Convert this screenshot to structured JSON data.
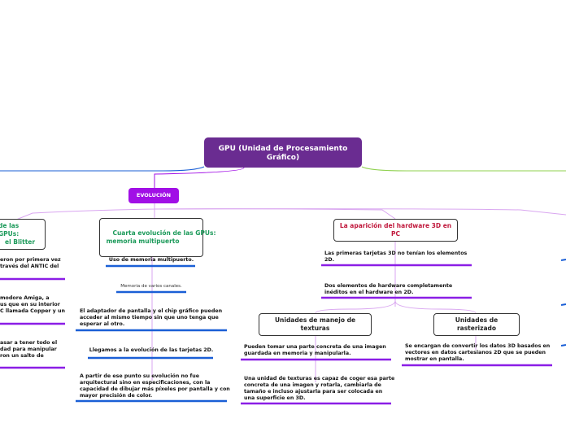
{
  "root": {
    "title": "GPU (Unidad de Procesamiento Gráfico)"
  },
  "evolucion": {
    "label": "EVOLUCIÓN"
  },
  "left": {
    "header_line1": "de las GPUs:",
    "header_line2": "el Blitter",
    "items": [
      "eron por primera vez\ntravés del ANTIC del",
      "modore Amiga, a\nus que en su interior\nC llamada Copper y un",
      "asar a tener todo el\ndad para manipular\nron un salto de"
    ]
  },
  "cuarta": {
    "header": "Cuarta evolución de las GPUs:\n memoria multipuerto",
    "items": [
      "Uso de memoria multipuerto.",
      "Memoria de varios canales.",
      "El adaptador de pantalla y el chip gráfico pueden\nacceder al mismo tiempo sin que uno tenga que\nesperar al otro.",
      "Llegamos a la evolución de las tarjetas 2D.",
      "A partir de ese punto su evolución no fue\narquitectural sino en especificaciones, con la\ncapacidad de dibujar más píxeles por pantalla y con\nmayor precisión de color."
    ]
  },
  "hw3d": {
    "header": "La aparición del hardware 3D en PC",
    "items": [
      "Las primeras tarjetas 3D no tenían los elementos\n2D.",
      "Dos elementos de hardware completamente\ninéditos en el hardware en 2D."
    ],
    "texturas": {
      "header": "Unidades de manejo de texturas",
      "items": [
        "Pueden tomar una parte concreta de una imagen\nguardada en memoria y manipularla.",
        "Una unidad de texturas es capaz de coger esa parte\nconcreta de una imagen y rotarla, cambiarla de\ntamaño e incluso ajustarla para ser colocada en\nuna superficie en 3D."
      ]
    },
    "rasterizado": {
      "header": "Unidades de rasterizado",
      "items": [
        "Se encargan de convertir los datos 3D basados en\nvectores en datos cartesianos 2D que se pueden\nmostrar en pantalla."
      ]
    }
  },
  "colors": {
    "root": "#6a2c91",
    "evolucion": "#a10fe6",
    "blue_branch": "#1a5fd6",
    "green_branch": "#8fd14f",
    "purple_underline": "#8b1ee6",
    "green_text": "#1c9a5a",
    "red_text": "#c0183c",
    "connector": "#d9a6f0"
  }
}
